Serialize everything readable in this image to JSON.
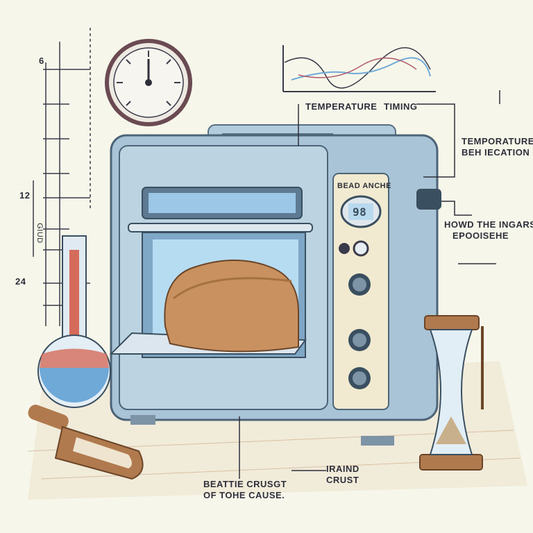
{
  "labels": {
    "temperature": "TEMPERATURE",
    "timing": "TIMING",
    "temperature_regulation_1": "TEMPORATURE",
    "temperature_regulation_2": "BEH IECATION",
    "panel_title": "BEAD ANCHE",
    "howd_line1": "HOWD THE INGARS",
    "howd_line2": "EPOOISEHE",
    "crust_left_1": "BEATTIE CRUSGT",
    "crust_left_2": "OF TOHE CAUSE.",
    "crust_right_1": "IRAIND",
    "crust_right_2": "CRUST",
    "display": "98",
    "scale_top": "6",
    "scale_mid": "12",
    "scale_low": "24",
    "scale_side": "GIUD"
  },
  "colors": {
    "background": "#f6f7ea",
    "oven_body": "#a9c4d6",
    "oven_panel": "#f1ead0",
    "bread": "#c99160",
    "accent_red": "#d56b5a",
    "accent_blue": "#6fa9d8",
    "ink": "#2e2e3a",
    "wood": "#b07a4e"
  },
  "icons": [
    "clock-gauge-icon",
    "line-graph-icon",
    "flask-icon",
    "hourglass-icon",
    "scoop-icon",
    "knob-icon"
  ]
}
